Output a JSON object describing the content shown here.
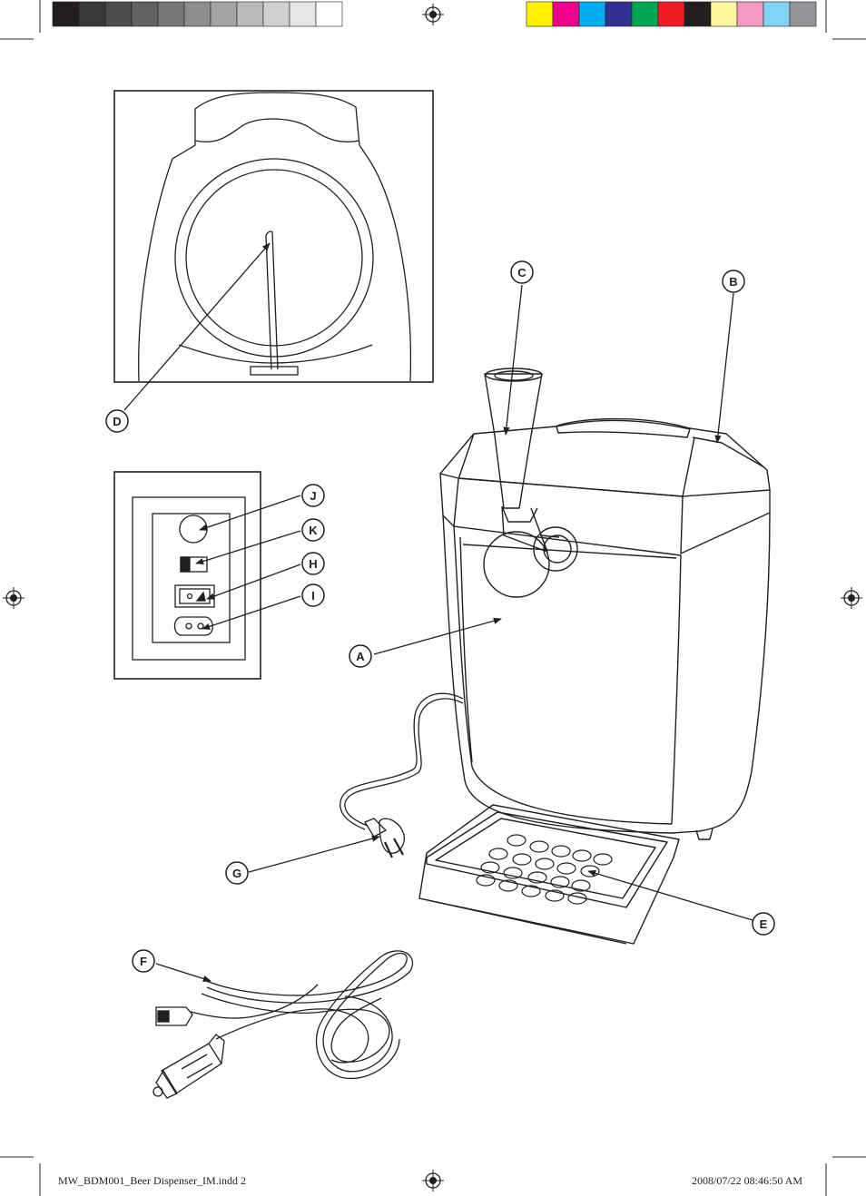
{
  "slug": {
    "filename": "MW_BDM001_Beer Dispenser_IM.indd   2",
    "timestamp": "2008/07/22   08:46:50 AM"
  },
  "callouts": [
    {
      "id": "A",
      "label": "A"
    },
    {
      "id": "B",
      "label": "B"
    },
    {
      "id": "C",
      "label": "C"
    },
    {
      "id": "D",
      "label": "D"
    },
    {
      "id": "E",
      "label": "E"
    },
    {
      "id": "F",
      "label": "F"
    },
    {
      "id": "G",
      "label": "G"
    },
    {
      "id": "H",
      "label": "H"
    },
    {
      "id": "I",
      "label": "I"
    },
    {
      "id": "J",
      "label": "J"
    },
    {
      "id": "K",
      "label": "K"
    }
  ],
  "color_bar": {
    "grays": [
      "#231f20",
      "#3a3738",
      "#4d4a4b",
      "#626061",
      "#777576",
      "#8e8c8d",
      "#a5a3a4",
      "#bbbabb",
      "#d1d0d1",
      "#e6e6e6",
      "#ffffff"
    ],
    "process": [
      "#fff200",
      "#ec008c",
      "#00aeef",
      "#2e3192",
      "#00a651",
      "#ed1c24",
      "#231f20",
      "#fff799",
      "#f49ac1",
      "#7fd4f5",
      "#939598"
    ]
  }
}
